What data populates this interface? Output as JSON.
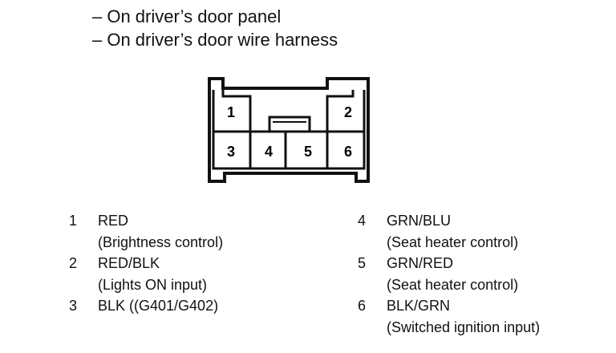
{
  "header": {
    "lines": [
      "– On driver’s door panel",
      "– On driver’s door wire harness"
    ]
  },
  "connector": {
    "terminals": [
      "1",
      "2",
      "3",
      "4",
      "5",
      "6"
    ]
  },
  "pins_left": [
    {
      "num": "1",
      "wire": "RED",
      "note": "(Brightness control)"
    },
    {
      "num": "2",
      "wire": "RED/BLK",
      "note": "(Lights ON input)"
    },
    {
      "num": "3",
      "wire": "BLK ((G401/G402)",
      "note": ""
    }
  ],
  "pins_right": [
    {
      "num": "4",
      "wire": "GRN/BLU",
      "note": "(Seat heater control)"
    },
    {
      "num": "5",
      "wire": "GRN/RED",
      "note": "(Seat heater control)"
    },
    {
      "num": "6",
      "wire": "BLK/GRN",
      "note": "(Switched ignition input)"
    }
  ]
}
